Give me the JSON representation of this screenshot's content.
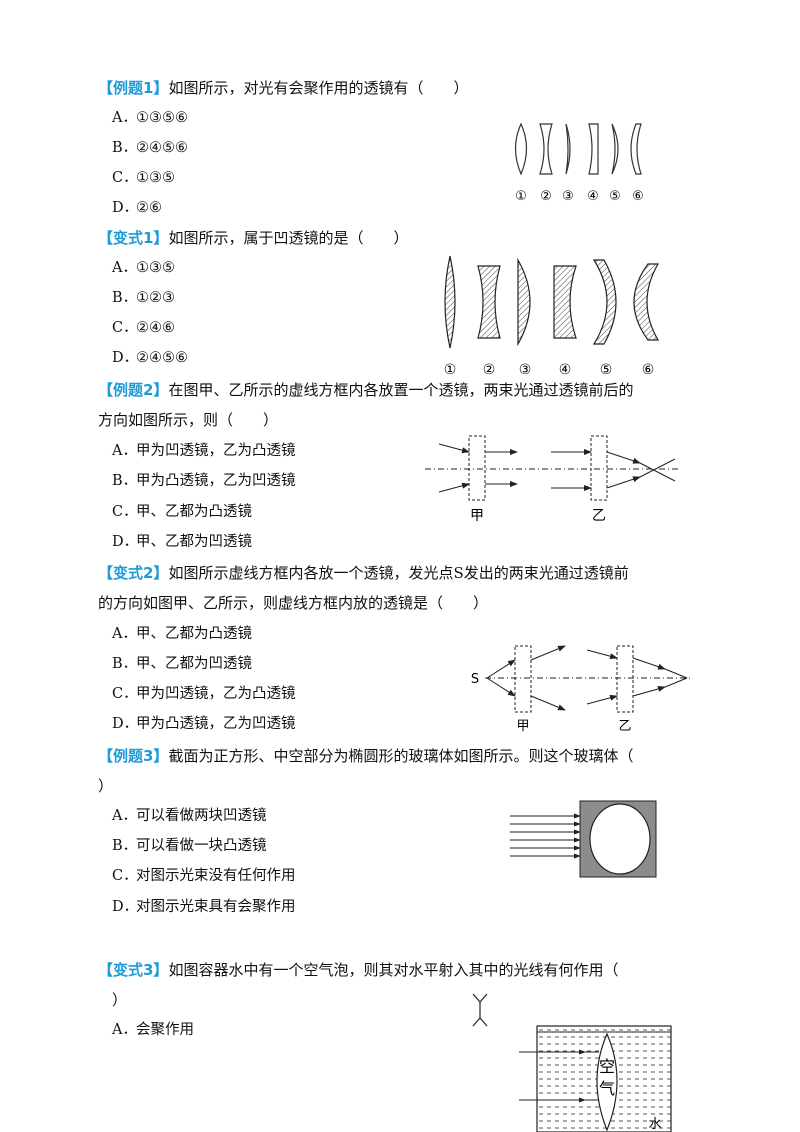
{
  "questions": [
    {
      "tag": "【例题1】",
      "stem": "如图所示，对光有会聚作用的透镜有（　　）",
      "options": [
        {
          "letter": "A．",
          "text": "①③⑤⑥"
        },
        {
          "letter": "B．",
          "text": "②④⑤⑥"
        },
        {
          "letter": "C．",
          "text": "①③⑤"
        },
        {
          "letter": "D．",
          "text": "②⑥"
        }
      ],
      "figure_labels": [
        "①",
        "②",
        "③",
        "④",
        "⑤",
        "⑥"
      ]
    },
    {
      "tag": "【变式1】",
      "stem": "如图所示，属于凹透镜的是（　　）",
      "options": [
        {
          "letter": "A．",
          "text": "①③⑤"
        },
        {
          "letter": "B．",
          "text": "①②③"
        },
        {
          "letter": "C．",
          "text": "②④⑥"
        },
        {
          "letter": "D．",
          "text": "②④⑤⑥"
        }
      ],
      "figure_labels": [
        "①",
        "②",
        "③",
        "④",
        "⑤",
        "⑥"
      ]
    },
    {
      "tag": "【例题2】",
      "stem_line1": "在图甲、乙所示的虚线方框内各放置一个透镜，两束光通过透镜前后的",
      "stem_line2": "方向如图所示，则（　　）",
      "options": [
        {
          "letter": "A．",
          "text": "甲为凹透镜，乙为凸透镜"
        },
        {
          "letter": "B．",
          "text": "甲为凸透镜，乙为凹透镜"
        },
        {
          "letter": "C．",
          "text": "甲、乙都为凸透镜"
        },
        {
          "letter": "D．",
          "text": "甲、乙都为凹透镜"
        }
      ],
      "figure_labels": {
        "left": "甲",
        "right": "乙"
      }
    },
    {
      "tag": "【变式2】",
      "stem_line1": "如图所示虚线方框内各放一个透镜，发光点S发出的两束光通过透镜前",
      "stem_line2": "的方向如图甲、乙所示，则虚线方框内放的透镜是（　　）",
      "options": [
        {
          "letter": "A．",
          "text": "甲、乙都为凸透镜"
        },
        {
          "letter": "B．",
          "text": "甲、乙都为凹透镜"
        },
        {
          "letter": "C．",
          "text": "甲为凹透镜，乙为凸透镜"
        },
        {
          "letter": "D．",
          "text": "甲为凸透镜，乙为凹透镜"
        }
      ],
      "figure_labels": {
        "source": "S",
        "left": "甲",
        "right": "乙"
      }
    },
    {
      "tag": "【例题3】",
      "stem_line1": "截面为正方形、中空部分为椭圆形的玻璃体如图所示。则这个玻璃体（",
      "stem_line2": "）",
      "options": [
        {
          "letter": "A．",
          "text": "可以看做两块凹透镜"
        },
        {
          "letter": "B．",
          "text": "可以看做一块凸透镜"
        },
        {
          "letter": "C．",
          "text": "对图示光束没有任何作用"
        },
        {
          "letter": "D．",
          "text": "对图示光束具有会聚作用"
        }
      ]
    },
    {
      "tag": "【变式3】",
      "stem_line1": "如图容器水中有一个空气泡，则其对水平射入其中的光线有何作用（",
      "stem_line2": "）",
      "options": [
        {
          "letter": "A．",
          "text": "会聚作用"
        }
      ],
      "figure_labels": {
        "bubble_1": "空",
        "bubble_2": "气",
        "water": "水"
      }
    }
  ],
  "colors": {
    "tag": "#1f9bd7",
    "glass": "#8c8c8c"
  }
}
